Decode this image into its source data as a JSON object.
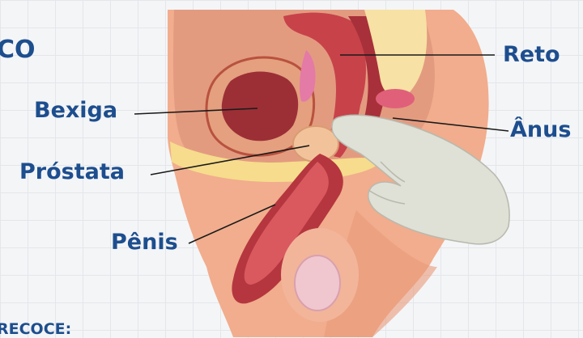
{
  "heading_fragment": "CO",
  "footer_fragment": "RECOCE:",
  "labels": {
    "bladder": "Bexiga",
    "prostate": "Próstata",
    "penis": "Pênis",
    "rectum": "Reto",
    "anus": "Ânus"
  },
  "colors": {
    "label_text": "#1d4e8e",
    "skin": "#f1ad8d",
    "glove": "#dfe0d6",
    "background_grid": "#e4e6ea"
  }
}
